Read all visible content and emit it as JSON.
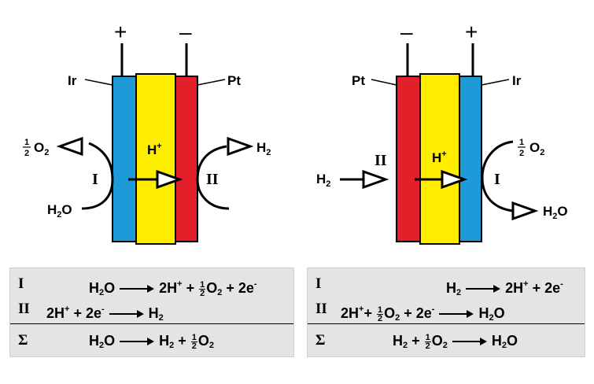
{
  "colors": {
    "ir": "#1f9ad8",
    "membrane": "#ffed00",
    "pt": "#e3202a",
    "panel": "#e4e4e4"
  },
  "left_cell": {
    "sign_left": "+",
    "sign_right": "–",
    "label_left": "Ir",
    "label_right": "Pt",
    "proton": "H",
    "proton_charge": "+",
    "roman_left": "I",
    "roman_right": "II",
    "o2": "O",
    "o2_sub": "2",
    "h2o": "H",
    "h2o_sub": "2",
    "h2o_o": "O",
    "h2": "H",
    "h2_sub": "2",
    "half_num": "1",
    "half_den": "2"
  },
  "right_cell": {
    "sign_left": "–",
    "sign_right": "+",
    "label_left": "Pt",
    "label_right": "Ir",
    "proton": "H",
    "proton_charge": "+",
    "roman_left": "II",
    "roman_right": "I",
    "o2": "O",
    "o2_sub": "2",
    "h2o": "H",
    "h2o_sub": "2",
    "h2o_o": "O",
    "h2": "H",
    "h2_sub": "2",
    "half_num": "1",
    "half_den": "2"
  },
  "equations_left": {
    "row1": {
      "numeral": "I",
      "a": "H",
      "a_sub": "2",
      "a2": "O",
      "b": "2H",
      "b_sup": "+",
      "c": " + ",
      "half_num": "1",
      "half_den": "2",
      "d": "O",
      "d_sub": "2",
      "e": " + 2e",
      "e_sup": "-"
    },
    "row2": {
      "numeral": "II",
      "a": "2H",
      "a_sup": "+",
      "b": " + 2e",
      "b_sup": "-",
      "c": "H",
      "c_sub": "2"
    },
    "row3": {
      "numeral": "Σ",
      "a": "H",
      "a_sub": "2",
      "a2": "O",
      "b": "H",
      "b_sub": "2",
      "c": " + ",
      "half_num": "1",
      "half_den": "2",
      "d": "O",
      "d_sub": "2"
    }
  },
  "equations_right": {
    "row1": {
      "numeral": "I",
      "a": "H",
      "a_sub": "2",
      "b": "2H",
      "b_sup": "+",
      "c": " + 2e",
      "c_sup": "-"
    },
    "row2": {
      "numeral": "II",
      "a": "2H",
      "a_sup": "+",
      "b": "+ ",
      "half_num": "1",
      "half_den": "2",
      "c": "O",
      "c_sub": "2",
      "d": " + 2e",
      "d_sup": "-",
      "e": "H",
      "e_sub": "2",
      "e2": "O"
    },
    "row3": {
      "numeral": "Σ",
      "a": "H",
      "a_sub": "2",
      "b": " + ",
      "half_num": "1",
      "half_den": "2",
      "c": "O",
      "c_sub": "2",
      "d": "H",
      "d_sub": "2",
      "d2": "O"
    }
  }
}
